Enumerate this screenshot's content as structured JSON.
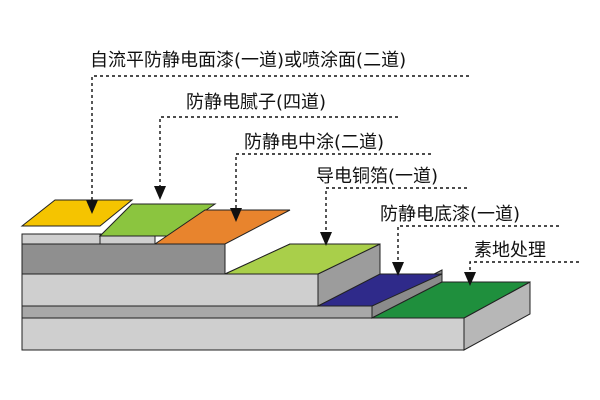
{
  "layers": [
    {
      "id": "top-coat",
      "label": "自流平防静电面漆(一道)或喷涂面(二道)",
      "colors": {
        "top": "#f5c400",
        "front": "#f0c300"
      }
    },
    {
      "id": "putty",
      "label": "防静电腻子(四道)",
      "colors": {
        "top": "#8bc53f"
      }
    },
    {
      "id": "middle-coat",
      "label": "防静电中涂(二道)",
      "colors": {
        "top": "#e8842d"
      }
    },
    {
      "id": "copper-foil",
      "label": "导电铜箔(一道)",
      "colors": {
        "top": "#a9cf4a"
      }
    },
    {
      "id": "primer",
      "label": "防静电底漆(一道)",
      "colors": {
        "top": "#2f2a8a"
      }
    },
    {
      "id": "substrate",
      "label": "素地处理",
      "colors": {
        "top": "#1f8f3d"
      }
    }
  ],
  "step_colors": {
    "gray_light": "#cfcfcf",
    "gray_mid": "#b4b4b4",
    "gray_dark": "#8f8f8f",
    "edge": "#222222"
  }
}
